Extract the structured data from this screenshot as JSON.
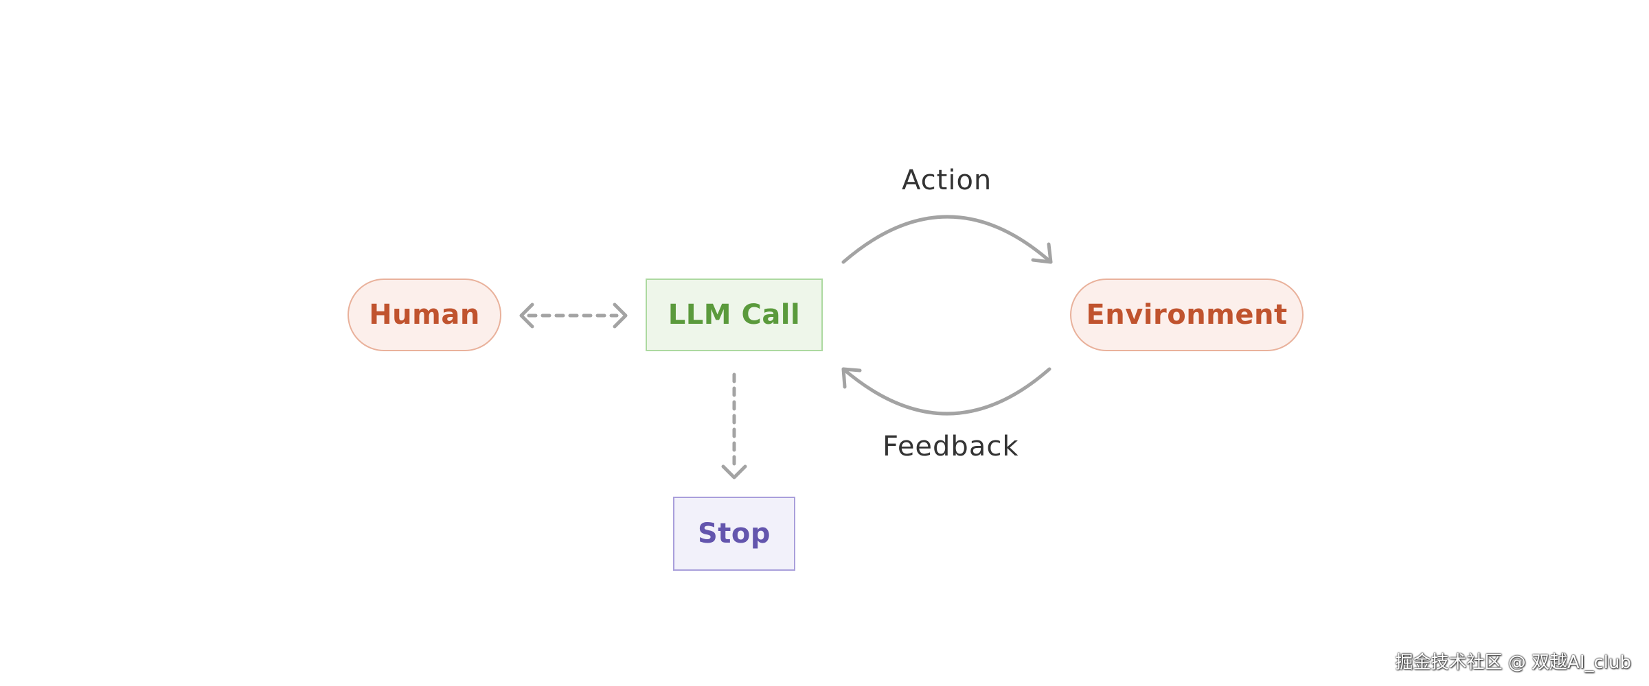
{
  "nodes": {
    "human": "Human",
    "llm_call": "LLM Call",
    "environment": "Environment",
    "stop": "Stop"
  },
  "edges": {
    "action": "Action",
    "feedback": "Feedback"
  },
  "watermark": "掘金技术社区 @ 双越AI_club",
  "colors": {
    "pill_text": "#c0532e",
    "pill_fill": "#fcefeb",
    "pill_border": "#e9b19b",
    "llm_text": "#5a9a3c",
    "llm_fill": "#eef6ea",
    "llm_border": "#acd9a0",
    "stop_text": "#6355ad",
    "stop_fill": "#f2f1fa",
    "stop_border": "#a99fdb",
    "arrow": "#a3a3a3"
  }
}
